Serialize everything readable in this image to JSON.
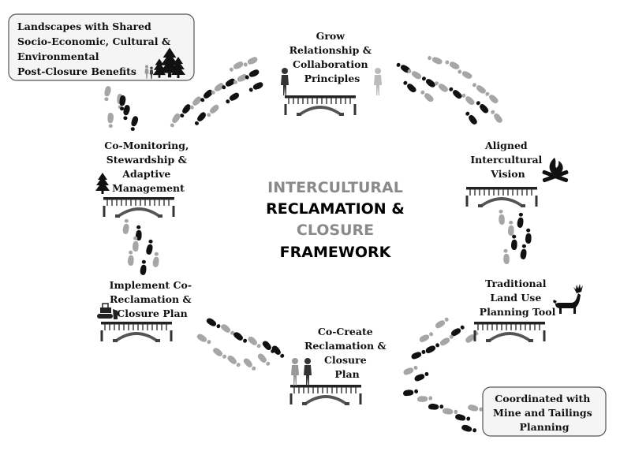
{
  "title": {
    "line1": "INTERCULTURAL",
    "line2": "RECLAMATION &",
    "line3": "CLOSURE",
    "line4": "FRAMEWORK"
  },
  "stages": {
    "grow": [
      "Grow",
      "Relationship &",
      "Collaboration",
      "Principles"
    ],
    "vision": [
      "Aligned",
      "Intercultural",
      "Vision"
    ],
    "landuse": [
      "Traditional",
      "Land Use",
      "Planning Tool"
    ],
    "cocreate": [
      "Co-Create",
      "Reclamation &",
      "Closure",
      "Plan"
    ],
    "implement": [
      "Implement Co-",
      "Reclamation &",
      "Closure Plan"
    ],
    "monitor": [
      "Co-Monitoring,",
      "Stewardship &",
      "Adaptive",
      "Management"
    ]
  },
  "boxes": {
    "landscapes": [
      "Landscapes with Shared",
      "Socio-Economic, Cultural &",
      "Environmental",
      "Post-Closure Benefits"
    ],
    "coordinated": [
      "Coordinated with",
      "Mine and Tailings",
      "Planning"
    ]
  },
  "colors": {
    "dark_print": "#111111",
    "light_print": "#a6a6a6",
    "gray_text": "#8a8a8a"
  }
}
